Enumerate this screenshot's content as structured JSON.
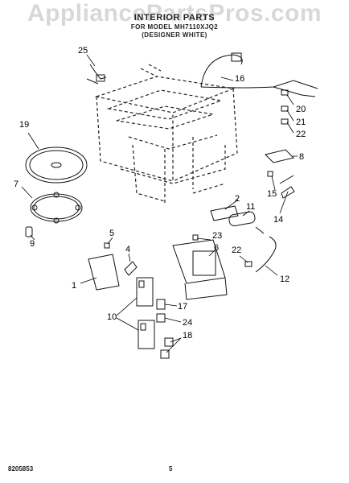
{
  "watermark": "AppliancePartsPros.com",
  "header": {
    "title": "INTERIOR PARTS",
    "model_line": "FOR MODEL MH7110XJQ2",
    "color_line": "(DESIGNER WHITE)"
  },
  "footer": {
    "doc_number": "8205853",
    "page_number": "5"
  },
  "callouts": [
    "1",
    "2",
    "4",
    "5",
    "6",
    "7",
    "8",
    "9",
    "10",
    "11",
    "12",
    "14",
    "15",
    "16",
    "17",
    "18",
    "19",
    "20",
    "21",
    "22",
    "22",
    "23",
    "24",
    "25"
  ]
}
